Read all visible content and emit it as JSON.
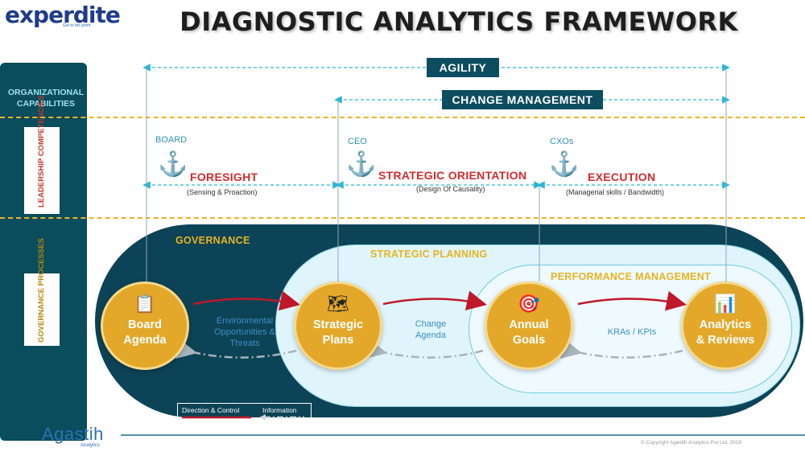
{
  "logo": {
    "text": "experdite",
    "tagline": "Get to the point"
  },
  "title": "DIAGNOSTIC ANALYTICS FRAMEWORK",
  "left_column": {
    "org_capabilities": "ORGANIZATIONAL CAPABILITIES",
    "leadership": "LEADERSHIP COMPETENCIES",
    "governance": "GOVERNANCE PROCESSES"
  },
  "bars": {
    "agility": "AGILITY",
    "change_management": "CHANGE MANAGEMENT"
  },
  "zones": [
    {
      "role": "BOARD",
      "title": "FORESIGHT",
      "subtitle": "(Sensing & Proaction)"
    },
    {
      "role": "CEO",
      "title": "STRATEGIC ORIENTATION",
      "subtitle": "(Design Of Causality)"
    },
    {
      "role": "CXOs",
      "title": "EXECUTION",
      "subtitle": "(Managerial skills / Bandwidth)"
    }
  ],
  "ovals": {
    "governance": "GOVERNANCE",
    "strategic_planning": "STRATEGIC PLANNING",
    "performance_management": "PERFORMANCE MANAGEMENT"
  },
  "circles": [
    {
      "line1": "Board",
      "line2": "Agenda",
      "icon": "clipboard-icon"
    },
    {
      "line1": "Strategic",
      "line2": "Plans",
      "icon": "strategy-board-icon"
    },
    {
      "line1": "Annual",
      "line2": "Goals",
      "icon": "target-icon"
    },
    {
      "line1": "Analytics",
      "line2": "& Reviews",
      "icon": "bar-chart-icon"
    }
  ],
  "between_labels": [
    {
      "line1": "Environmental",
      "line2": "Opportunities &",
      "line3": "Threats"
    },
    {
      "line1": "Change",
      "line2": "Agenda"
    },
    {
      "line1": "KRAs / KPIs"
    }
  ],
  "legend": {
    "direction": "Direction & Control",
    "information": "Information"
  },
  "footer": {
    "brand": "Agastih",
    "brand_sub": "Analytics",
    "copyright": "© Copyright Agastih Analytics Pvt Ltd, 2019"
  },
  "colors": {
    "dark_teal": "#0d4356",
    "gold": "#e3a82a",
    "red": "#d62b2b",
    "cyan": "#29b6d8"
  }
}
